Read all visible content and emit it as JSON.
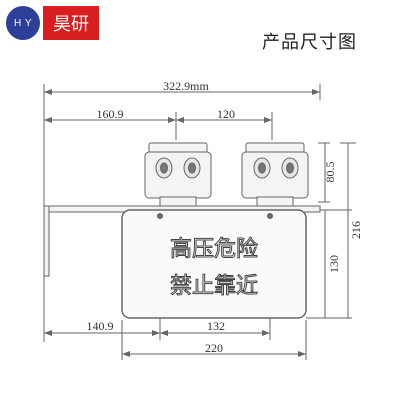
{
  "header": {
    "logo_text": "H Y",
    "brand": "昊研",
    "title": "产品尺寸图"
  },
  "dimensions": {
    "overall_width": "322.9mm",
    "left_offset": "160.9",
    "lamp_spacing": "120",
    "lamp_height": "80.5",
    "total_height": "216",
    "panel_height": "130",
    "bracket_offset": "140.9",
    "hole_spacing": "132",
    "panel_width": "220"
  },
  "sign": {
    "line1": "高压危险",
    "line2": "禁止靠近"
  },
  "colors": {
    "logo_bg": "#2d3f98",
    "brand_bg": "#d81e1e",
    "line": "#555555"
  }
}
